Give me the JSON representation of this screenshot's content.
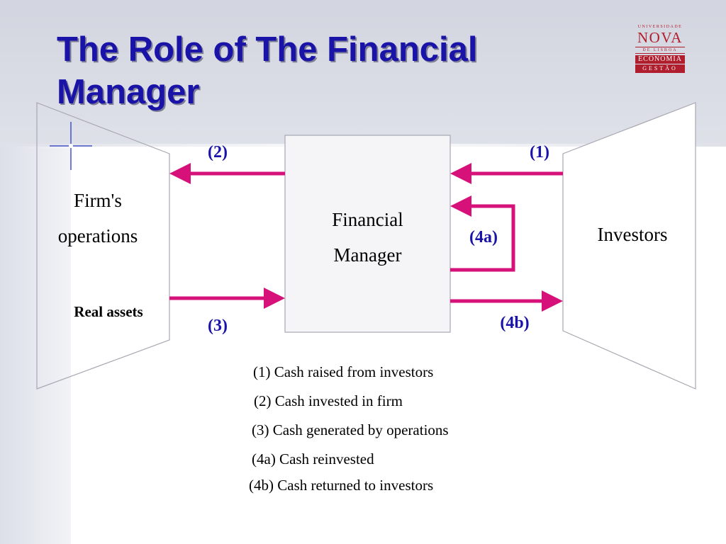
{
  "title": "The Role of The Financial Manager",
  "logo": {
    "line1": "UNIVERSIDADE",
    "line2": "NOVA",
    "line3": "DE LISBOA",
    "line4": "ECONOMIA",
    "line5": "GESTÃO"
  },
  "nodes": {
    "firm_line1": "Firm's",
    "firm_line2": "operations",
    "real_assets": "Real assets",
    "manager_line1": "Financial",
    "manager_line2": "Manager",
    "investors": "Investors"
  },
  "flow_labels": {
    "f1": "(1)",
    "f2": "(2)",
    "f3": "(3)",
    "f4a": "(4a)",
    "f4b": "(4b)"
  },
  "legend": [
    "(1) Cash raised from investors",
    "(2) Cash invested in firm",
    "(3) Cash generated by operations",
    "(4a) Cash reinvested",
    "(4b) Cash returned to investors"
  ],
  "colors": {
    "title": "#1a13a8",
    "arrow": "#d6127a",
    "logo": "#b01e2e"
  }
}
